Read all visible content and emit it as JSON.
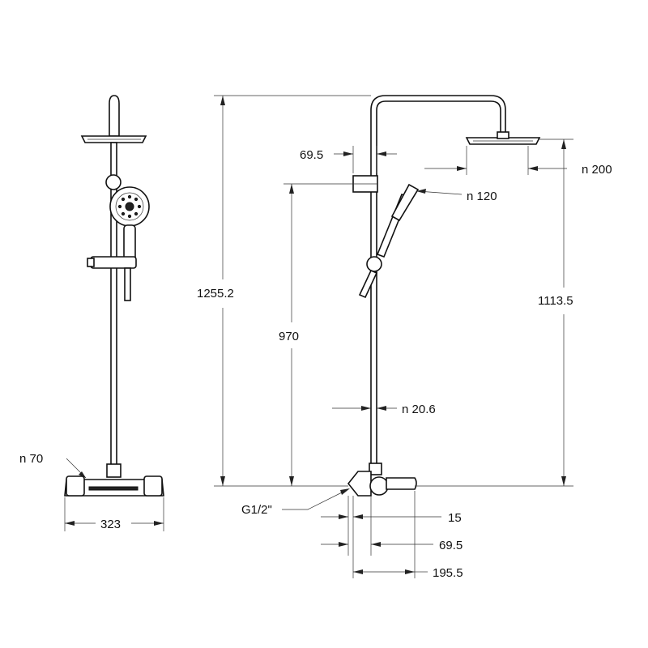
{
  "dimensions": {
    "overall_height": "1255.2",
    "head_height": "1113.5",
    "bar_height": "970",
    "wall_offset": "69.5",
    "head_diameter": "n 200",
    "handset_diameter": "n 120",
    "pipe_diameter": "n 20.6",
    "knob_diameter": "n 70",
    "valve_width": "323",
    "inlet_thread": "G1/2\"",
    "inlet_offset": "15",
    "valve_depth": "69.5",
    "total_depth": "195.5"
  },
  "colors": {
    "line": "#222222",
    "background": "#ffffff"
  }
}
